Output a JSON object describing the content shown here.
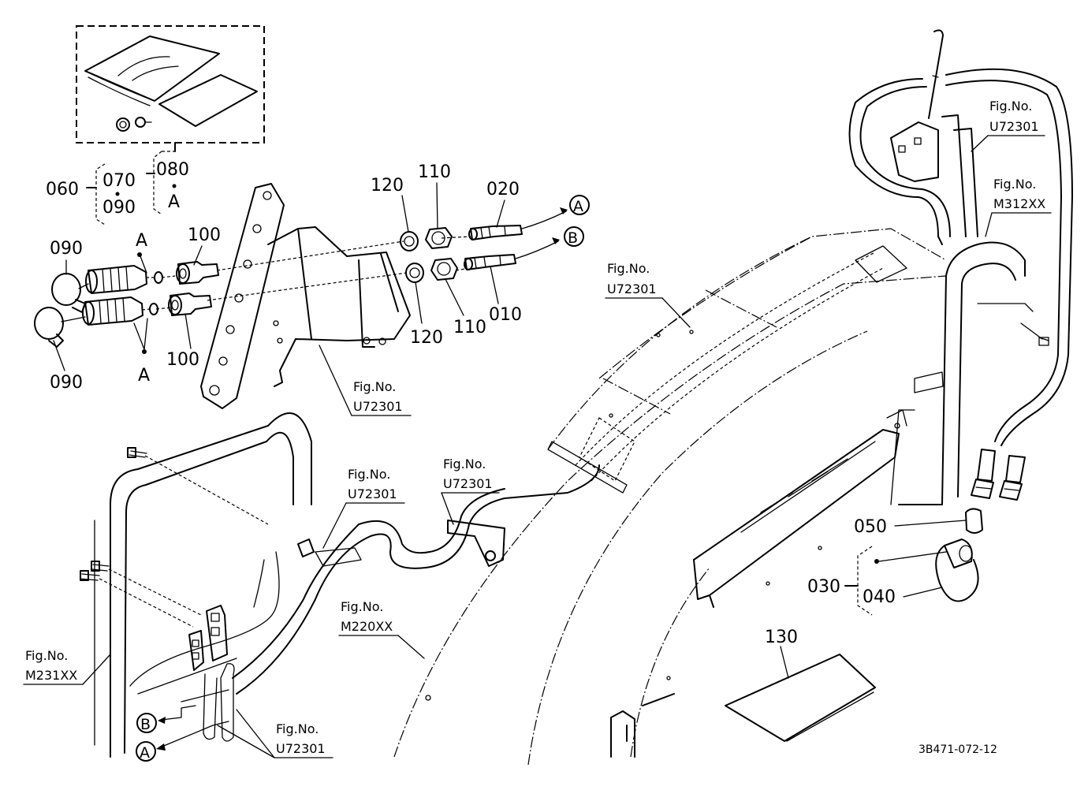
{
  "colors": {
    "line": "#000000",
    "background": "#ffffff"
  },
  "labels": {
    "p060": "060",
    "p070": "070",
    "p090a": "090",
    "p080": "080",
    "refA_kit": "A",
    "p120_top": "120",
    "p110_top": "110",
    "p020": "020",
    "p090_top": "090",
    "p100_top": "100",
    "refA_top": "A",
    "p120_bot": "120",
    "p110_bot": "110",
    "p010": "010",
    "p100_bot": "100",
    "p090_bot": "090",
    "refA_bot": "A",
    "p050": "050",
    "p030": "030",
    "p040": "040",
    "p130": "130",
    "circA_top": "A",
    "circB_top": "B",
    "circB_bot": "B",
    "circA_bot": "A"
  },
  "figrefs": [
    {
      "title": "Fig.No.",
      "code": "U72301"
    },
    {
      "title": "Fig.No.",
      "code": "M312XX"
    },
    {
      "title": "Fig.No.",
      "code": "U72301"
    },
    {
      "title": "Fig.No.",
      "code": "U72301"
    },
    {
      "title": "Fig.No.",
      "code": "U72301"
    },
    {
      "title": "Fig.No.",
      "code": "U72301"
    },
    {
      "title": "Fig.No.",
      "code": "M220XX"
    },
    {
      "title": "Fig.No.",
      "code": "M231XX"
    },
    {
      "title": "Fig.No.",
      "code": "U72301"
    }
  ],
  "drawing_code": "3B471-072-12"
}
